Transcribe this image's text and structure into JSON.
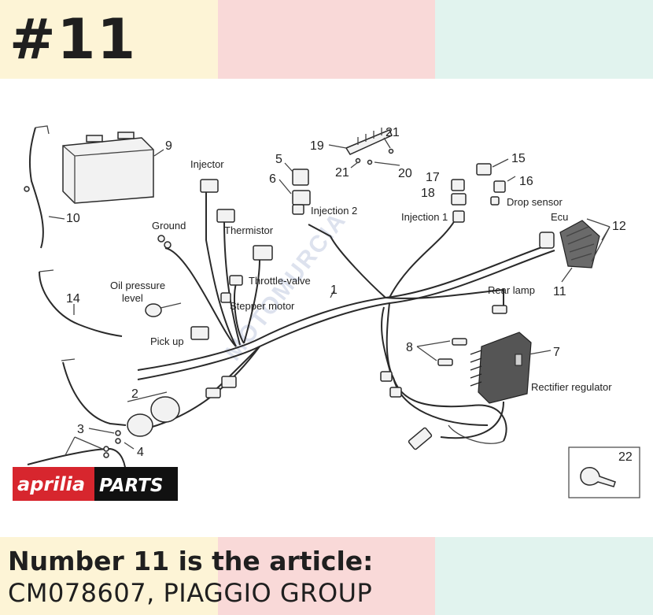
{
  "header": {
    "badge": "#11"
  },
  "diagram": {
    "labels": {
      "injector": "Injector",
      "ground": "Ground",
      "thermistor": "Thermistor",
      "oil_pressure_1": "Oil pressure",
      "oil_pressure_2": "level",
      "throttle_valve": "Throttle-valve",
      "stepper_motor": "Stepper motor",
      "pick_up": "Pick up",
      "injection_2": "Injection 2",
      "injection_1": "Injection 1",
      "drop_sensor": "Drop sensor",
      "ecu": "Ecu",
      "rear_lamp": "Rear lamp",
      "rectifier_regulator": "Rectifier regulator"
    },
    "numbers": {
      "n1": "1",
      "n2": "2",
      "n3": "3",
      "n4": "4",
      "n5": "5",
      "n6": "6",
      "n7": "7",
      "n8": "8",
      "n9": "9",
      "n10": "10",
      "n11": "11",
      "n12": "12",
      "n14": "14",
      "n15": "15",
      "n16": "16",
      "n17": "17",
      "n18": "18",
      "n19": "19",
      "n20": "20",
      "n21a": "21",
      "n21b": "21",
      "n22": "22"
    },
    "watermark": "MOTOMURCIA"
  },
  "logo": {
    "brand": "aprilia",
    "suffix": "PARTS"
  },
  "footer": {
    "headline": "Number 11 is the article:",
    "subline": "CM078607, PIAGGIO GROUP"
  },
  "colors": {
    "cream": "#fdf4d6",
    "pink": "#f9d9d8",
    "mint": "#e1f3ee",
    "logo_red": "#d7262e",
    "text": "#1f1f1f"
  }
}
